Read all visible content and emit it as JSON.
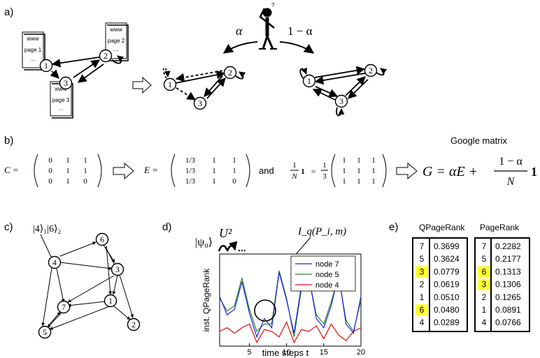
{
  "panel_labels": {
    "a": "a)",
    "b": "b)",
    "c": "c)",
    "d": "d)",
    "e": "e)"
  },
  "panel_a": {
    "pages": [
      {
        "top": "www",
        "name": "page 1",
        "dots": "..."
      },
      {
        "top": "www",
        "name": "page 2",
        "dots": "..."
      },
      {
        "top": "www",
        "name": "page 3",
        "dots": "..."
      }
    ],
    "node_labels": [
      "1",
      "2",
      "3"
    ],
    "alpha": "α",
    "one_minus_alpha": "1 − α",
    "question_mark": "?"
  },
  "panel_b": {
    "google_matrix_label": "Google matrix",
    "C_label": "C =",
    "C_rows": [
      [
        "0",
        "1",
        "1"
      ],
      [
        "0",
        "1",
        "1"
      ],
      [
        "0",
        "1",
        "0"
      ]
    ],
    "E_label": "E =",
    "E_rows": [
      [
        "1/3",
        "1",
        "1"
      ],
      [
        "1/3",
        "1",
        "1"
      ],
      [
        "1/3",
        "1",
        "0"
      ]
    ],
    "and": "and",
    "ones_lhs": "1/N 1 = 1/3",
    "ones_lhs_num": "1",
    "ones_lhs_den": "N",
    "ones_lhs_one": "1",
    "ones_rhs_num": "1",
    "ones_rhs_den": "3",
    "ones_rows": [
      [
        "1",
        "1",
        "1"
      ],
      [
        "1",
        "1",
        "1"
      ],
      [
        "1",
        "1",
        "1"
      ]
    ],
    "G_lhs": "G = αE +",
    "G_num": "1 − α",
    "G_den": "N",
    "G_one": "1"
  },
  "panel_c": {
    "state_label": "|4⟩₁|6⟩₂",
    "node_labels": [
      "1",
      "2",
      "3",
      "4",
      "5",
      "6",
      "7"
    ]
  },
  "panel_d": {
    "psi_label": "|ψ₀⟩",
    "U2_label": "U²",
    "ellipsis": "...",
    "Iq_label": "I_q(P_i, m)",
    "chart_data": {
      "type": "line",
      "xlabel": "time steps t",
      "ylabel": "inst. QPageRank",
      "xlim": [
        1,
        20
      ],
      "ylim": [
        0,
        0.5
      ],
      "xticks": [
        "5",
        "10",
        "15",
        "20"
      ],
      "legend_position": "top-right",
      "x": [
        1,
        2,
        3,
        4,
        5,
        6,
        7,
        8,
        9,
        10,
        11,
        12,
        13,
        14,
        15,
        16,
        17,
        18,
        19,
        20
      ],
      "series": [
        {
          "name": "node 7",
          "color": "#2323e6",
          "values": [
            0.27,
            0.17,
            0.2,
            0.35,
            0.18,
            0.05,
            0.15,
            0.1,
            0.4,
            0.25,
            0.07,
            0.33,
            0.38,
            0.15,
            0.1,
            0.22,
            0.39,
            0.12,
            0.07,
            0.27
          ]
        },
        {
          "name": "node 5",
          "color": "#228b22",
          "values": [
            0.26,
            0.19,
            0.22,
            0.37,
            0.2,
            0.08,
            0.12,
            0.12,
            0.41,
            0.26,
            0.05,
            0.31,
            0.37,
            0.17,
            0.12,
            0.24,
            0.38,
            0.14,
            0.08,
            0.25
          ]
        },
        {
          "name": "node 4",
          "color": "#e01010",
          "values": [
            0.08,
            0.1,
            0.07,
            0.1,
            0.12,
            0.02,
            0.09,
            0.08,
            0.05,
            0.13,
            0.02,
            0.09,
            0.08,
            0.11,
            0.04,
            0.12,
            0.06,
            0.03,
            0.08,
            0.1
          ]
        }
      ]
    }
  },
  "panel_e": {
    "qpr_header": "QPageRank",
    "pr_header": "PageRank",
    "highlight_color": "#ffff33",
    "qpr_rows": [
      {
        "node": "7",
        "value": "0.3699",
        "hl": false
      },
      {
        "node": "5",
        "value": "0.3624",
        "hl": false
      },
      {
        "node": "3",
        "value": "0.0779",
        "hl": true
      },
      {
        "node": "2",
        "value": "0.0619",
        "hl": false
      },
      {
        "node": "1",
        "value": "0.0510",
        "hl": false
      },
      {
        "node": "6",
        "value": "0.0480",
        "hl": true
      },
      {
        "node": "4",
        "value": "0.0289",
        "hl": false
      }
    ],
    "pr_rows": [
      {
        "node": "7",
        "value": "0.2282",
        "hl": false
      },
      {
        "node": "5",
        "value": "0.2177",
        "hl": false
      },
      {
        "node": "6",
        "value": "0.1313",
        "hl": true
      },
      {
        "node": "3",
        "value": "0.1306",
        "hl": true
      },
      {
        "node": "2",
        "value": "0.1265",
        "hl": false
      },
      {
        "node": "1",
        "value": "0.0891",
        "hl": false
      },
      {
        "node": "4",
        "value": "0.0766",
        "hl": false
      }
    ]
  }
}
